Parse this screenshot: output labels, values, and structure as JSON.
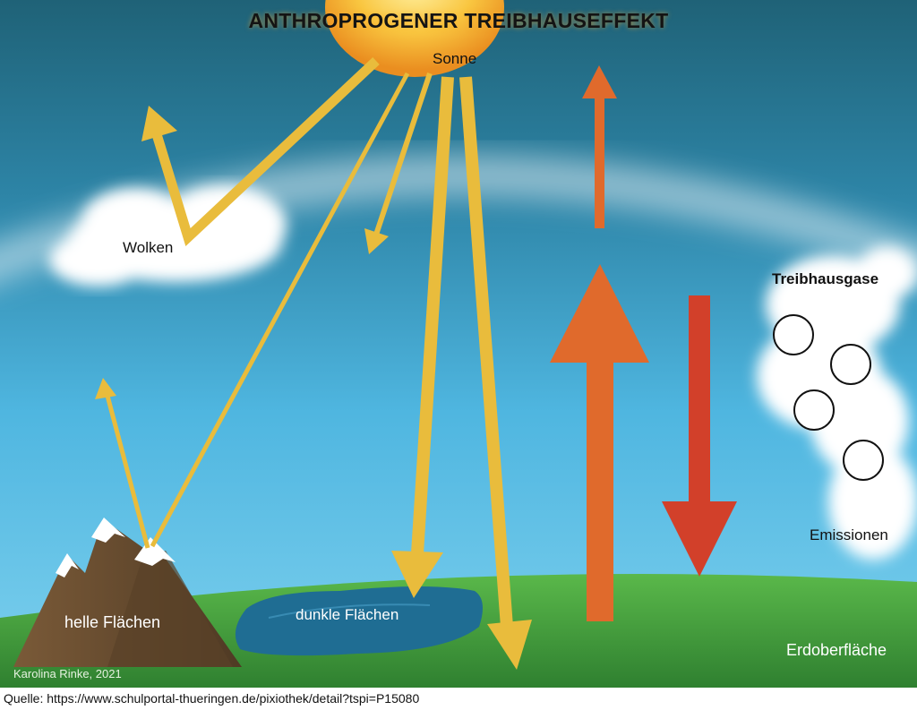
{
  "title": "ANTHROPROGENER TREIBHAUSEFFEKT",
  "labels": {
    "sun": "Sonne",
    "clouds": "Wolken",
    "greenhouse_gases": "Treibhausgase",
    "emissions": "Emissionen",
    "bright_surfaces": "helle Flächen",
    "dark_surfaces": "dunkle Flächen",
    "earth_surface": "Erdoberfläche"
  },
  "author": "Karolina Rinke, 2021",
  "source": "Quelle: https://www.schulportal-thueringen.de/pixiothek/detail?tspi=P15080",
  "colors": {
    "sky_top": "#1f6b82",
    "sky_bottom": "#6fcaea",
    "sun": "#f4b030",
    "solar_ray": "#e9bc3c",
    "infrared_up": "#e06a2c",
    "infrared_down": "#d2402a",
    "ground": "#3c9a3a",
    "water": "#1f6d93"
  }
}
